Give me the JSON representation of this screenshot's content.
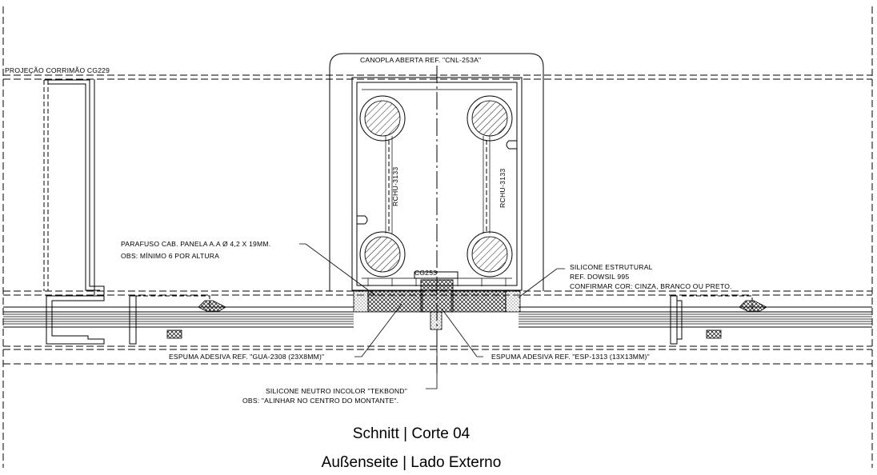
{
  "labels": {
    "handrail_projection": "PROJEÇÃO CORRIMÃO CG229",
    "cover": "CANOPLA ABERTA REF. \"CNL-253A\"",
    "profile_left": "RCHU-3133",
    "profile_right": "RCHU-3133",
    "cg253": "CG253",
    "screw_line1": "PARAFUSO CAB. PANELA A.A Ø 4,2 X 19MM.",
    "screw_line2": "OBS: MÍNIMO 6 POR ALTURA",
    "silicone_struct_line1": "SILICONE ESTRUTURAL",
    "silicone_struct_line2": "REF. DOWSIL 995",
    "silicone_struct_line3": "CONFIRMAR COR: CINZA, BRANCO OU PRETO.",
    "foam_left": "ESPUMA ADESIVA REF. \"GUA-2308 (23X8MM)\"",
    "foam_right": "ESPUMA ADESIVA REF. \"ESP-1313 (13X13MM)\"",
    "neutral_silicone_line1": "SILICONE NEUTRO INCOLOR \"TEKBOND\"",
    "neutral_silicone_line2": "OBS: \"ALINHAR NO CENTRO DO MONTANTE\"."
  },
  "titles": {
    "section": "Schnitt | Corte 04",
    "side": "Außenseite | Lado Externo"
  }
}
